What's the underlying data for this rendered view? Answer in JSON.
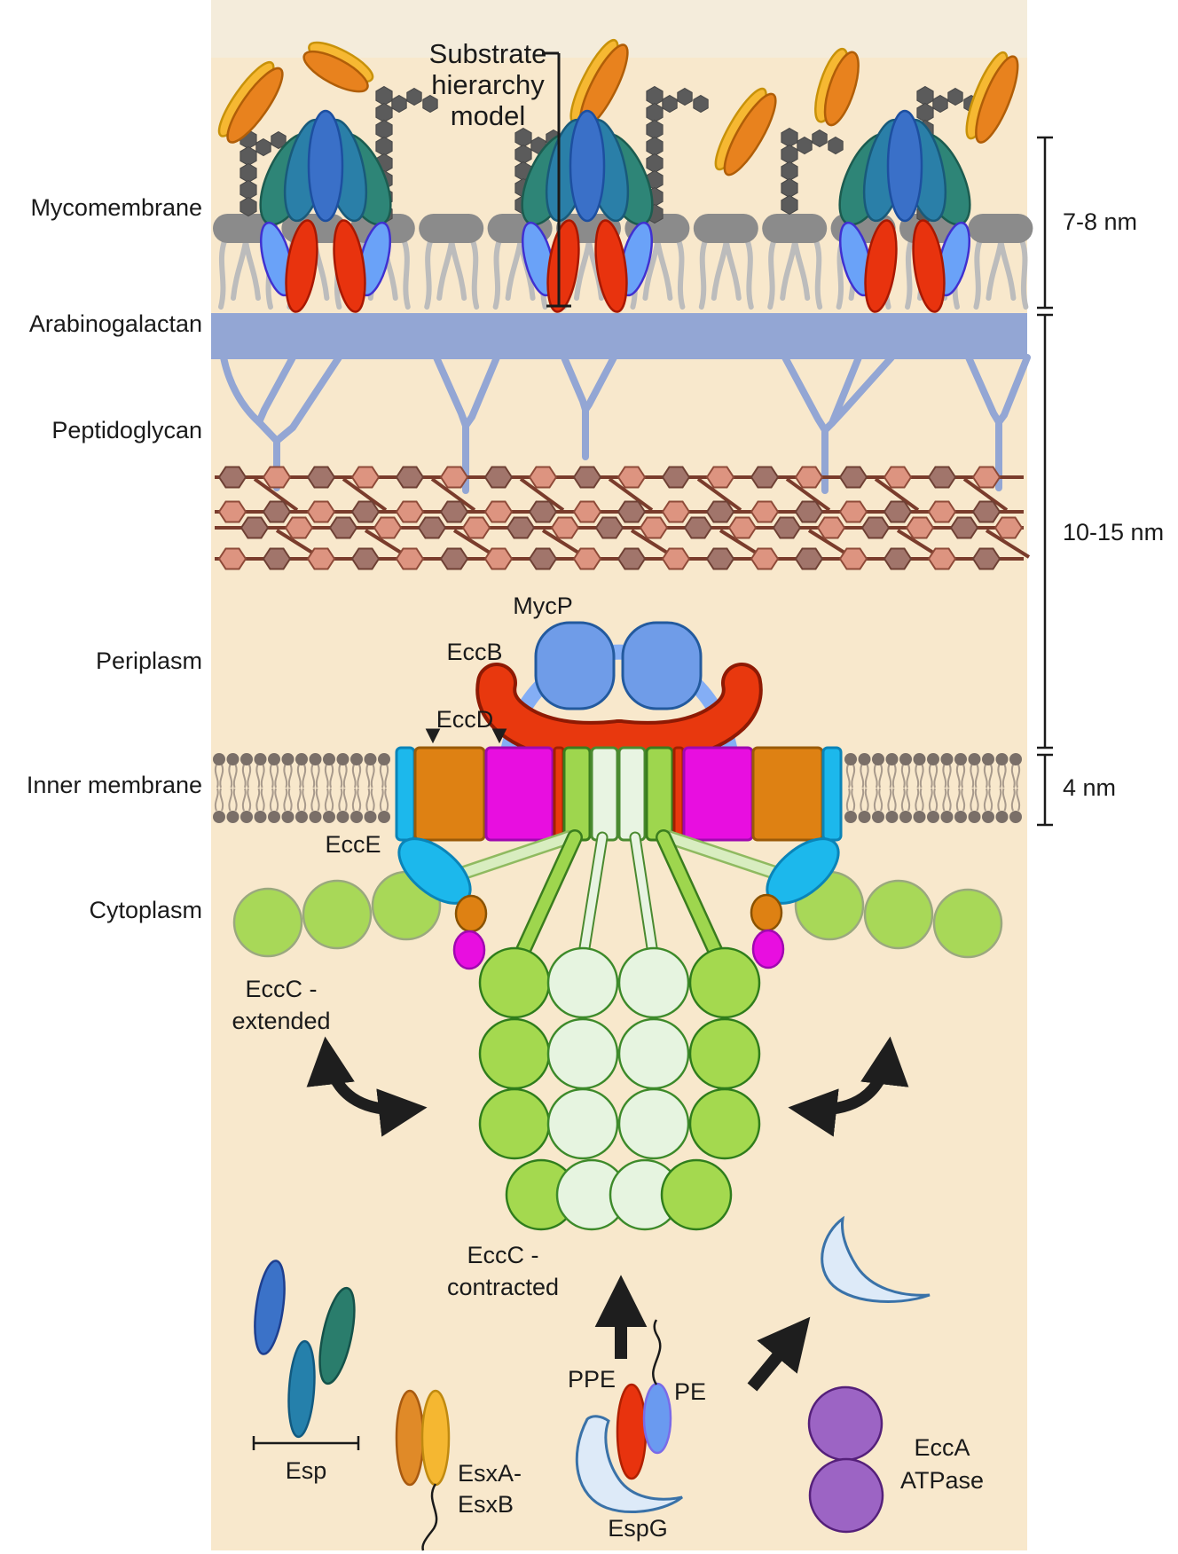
{
  "title": {
    "line1": "Substrate",
    "line2": "hierarchy",
    "line3": "model"
  },
  "layer_labels": {
    "mycomembrane": "Mycomembrane",
    "arabinogalactan": "Arabinogalactan",
    "peptidoglycan": "Peptidoglycan",
    "periplasm": "Periplasm",
    "inner_membrane": "Inner membrane",
    "cytoplasm": "Cytoplasm"
  },
  "measurements": {
    "mycomembrane_thickness": "7-8 nm",
    "cell_wall_thickness": "10-15 nm",
    "inner_membrane_thickness": "4 nm"
  },
  "protein_labels": {
    "mycp": "MycP",
    "eccb": "EccB",
    "eccd": "EccD",
    "ecce": "EccE",
    "eccc_extended_line1": "EccC -",
    "eccc_extended_line2": "extended",
    "eccc_contracted_line1": "EccC -",
    "eccc_contracted_line2": "contracted",
    "ppe": "PPE",
    "pe": "PE",
    "espg": "EspG",
    "esp": "Esp",
    "esx_line1": "EsxA-",
    "esx_line2": "EsxB",
    "ecca_line1": "EccA",
    "ecca_line2": "ATPase"
  },
  "palette": {
    "background": "#ffffff",
    "cell_bg": "#f8e8cc",
    "top_band": "#f4ecdb",
    "myco_gray": "#8b8b8b",
    "tail_gray": "#bcbcbc",
    "chain_gray": "#5b5b5b",
    "substrate_orange": "#e8821e",
    "substrate_yellow": "#f6b832",
    "dome_teal": "#2e8577",
    "dome_steel": "#2a7fa8",
    "dome_blue": "#3a70c8",
    "under_red": "#e8330e",
    "under_blue": "#6aa2f8",
    "ag_blue": "#93a6d4",
    "pg_salmon": "#dd9480",
    "pg_brown": "#a1756b",
    "pg_line": "#7a3c2c",
    "lipid_head": "#7a6f68",
    "lipid_tail": "#a89a8c",
    "ecc_cyan": "#1cb8ec",
    "ecc_orange": "#de8113",
    "ecc_magenta": "#e80ee0",
    "ecc_red": "#e8380e",
    "ecc_green": "#9ed64e",
    "ecc_pale": "#e8f4e2",
    "arc_blue": "#84aef5",
    "mycp_blue": "#6f9ce8",
    "chain_circle_green": "#a8d858",
    "cluster_green": "#a4d94f",
    "cluster_pale": "#e6f4e0",
    "espg_fill": "#ddeaf8",
    "espg_stroke": "#3a72a8",
    "ecca_purple": "#9c64c4",
    "esp_blue": "#3b72c8",
    "esp_teal": "#2a7d6c",
    "esp_cyan": "#2580ab",
    "esx_orange": "#e08a28",
    "esx_yellow": "#f5b731",
    "pe_blue": "#6a9af0",
    "arrow_black": "#1e1e1e"
  }
}
